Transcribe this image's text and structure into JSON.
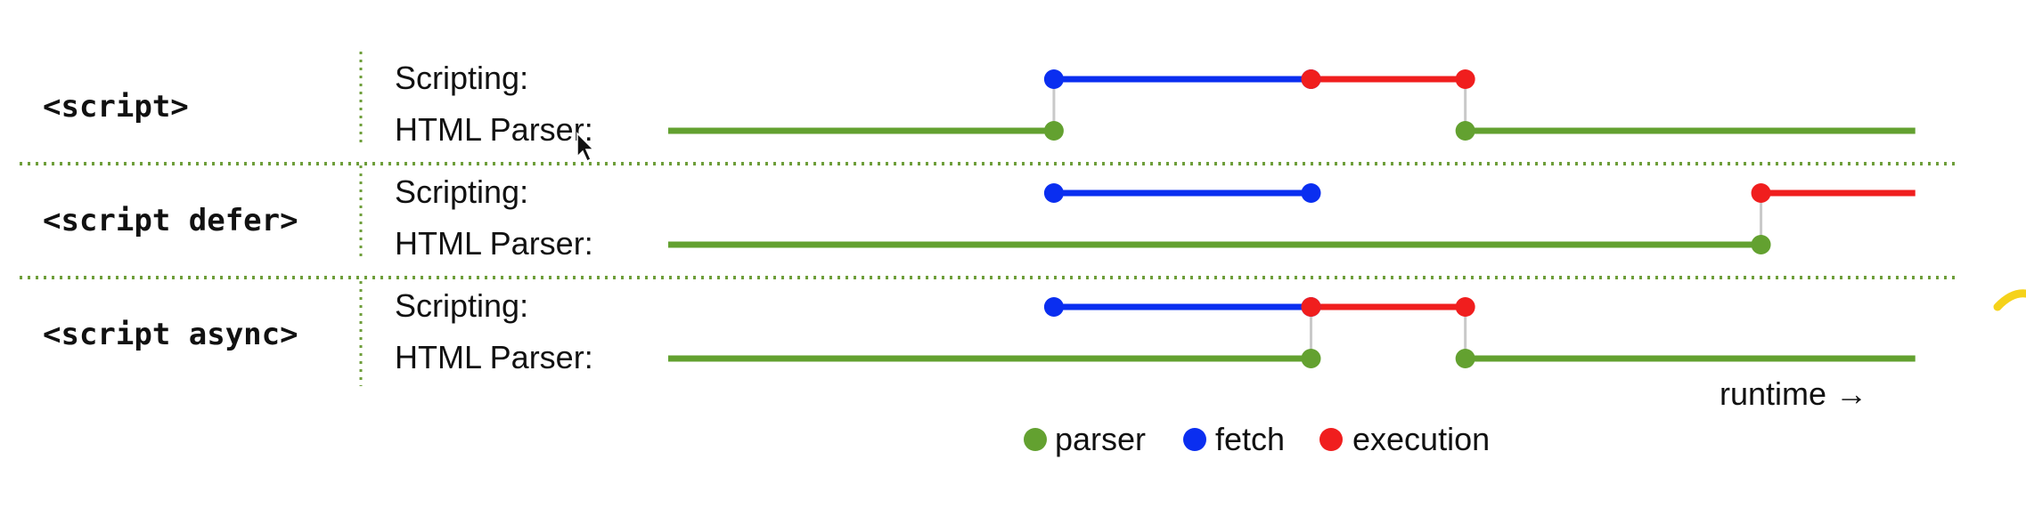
{
  "colors": {
    "parser": "#63a130",
    "fetch": "#0a2ef0",
    "execution": "#f01e1e",
    "connector": "#c9c9c9",
    "divider": "#6e9e3a",
    "text": "#111111"
  },
  "row_labels": {
    "scripting": "Scripting:",
    "parser": "HTML Parser:"
  },
  "sections": [
    {
      "tag": "<script>",
      "scripting": [
        {
          "kind": "fetch",
          "from": 3,
          "to": 5
        },
        {
          "kind": "execution",
          "from": 5,
          "to": 6.2
        }
      ],
      "parser": [
        {
          "from": 0,
          "to": 3,
          "end_dot": true
        },
        {
          "from": 6.2,
          "to": 9.7,
          "start_dot": true
        }
      ],
      "connectors": [
        3,
        6.2
      ]
    },
    {
      "tag": "<script defer>",
      "scripting": [
        {
          "kind": "fetch",
          "from": 3,
          "to": 5
        },
        {
          "kind": "execution",
          "from": 8.5,
          "to": 9.7,
          "end_dot": false
        }
      ],
      "parser": [
        {
          "from": 0,
          "to": 8.5,
          "end_dot": true
        }
      ],
      "connectors": [
        8.5
      ]
    },
    {
      "tag": "<script async>",
      "scripting": [
        {
          "kind": "fetch",
          "from": 3,
          "to": 5
        },
        {
          "kind": "execution",
          "from": 5,
          "to": 6.2
        }
      ],
      "parser": [
        {
          "from": 0,
          "to": 5,
          "end_dot": true
        },
        {
          "from": 6.2,
          "to": 9.7,
          "start_dot": true
        }
      ],
      "connectors": [
        5,
        6.2
      ]
    }
  ],
  "axis_label": "runtime →",
  "legend": [
    {
      "key": "parser",
      "label": "parser"
    },
    {
      "key": "fetch",
      "label": "fetch"
    },
    {
      "key": "execution",
      "label": "execution"
    }
  ]
}
